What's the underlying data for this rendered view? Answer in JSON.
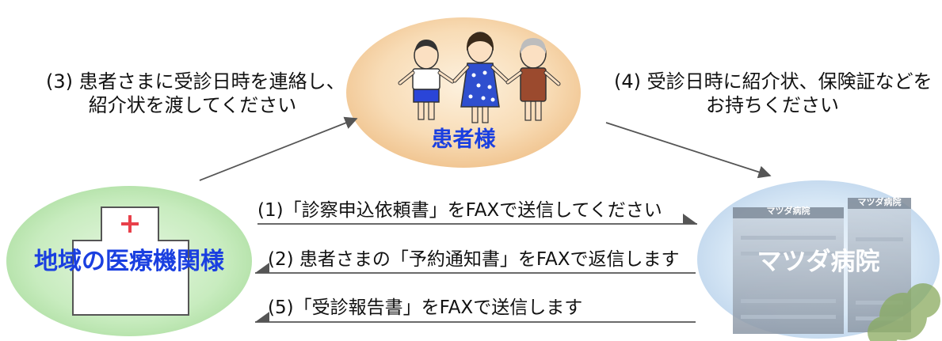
{
  "nodes": {
    "patient": {
      "label": "患者様"
    },
    "clinic": {
      "label": "地域の医療機関様"
    },
    "hospital": {
      "label": "マツダ病院",
      "building_signs": [
        "マツダ病院",
        "マツダ病院"
      ]
    }
  },
  "steps": {
    "step3": {
      "line1": "(3) 患者さまに受診日時を連絡し、",
      "line2": "紹介状を渡してください"
    },
    "step4": {
      "line1": "(4) 受診日時に紹介状、保険証などを",
      "line2": "お持ちください"
    },
    "step1": {
      "text": "(1)「診察申込依頼書」をFAXで送信してください"
    },
    "step2": {
      "text": "(2) 患者さまの「予約通知書」をFAXで返信します"
    },
    "step5": {
      "text": "(5)「受診報告書」をFAXで送信します"
    }
  },
  "colors": {
    "label_blue": "#1a3fe0",
    "patient_ellipse": "#f5cfa0",
    "clinic_ellipse": "#bde6b3",
    "hospital_ellipse": "#d6e7f6",
    "cross_red": "#e8404a",
    "arrow": "#555555"
  }
}
